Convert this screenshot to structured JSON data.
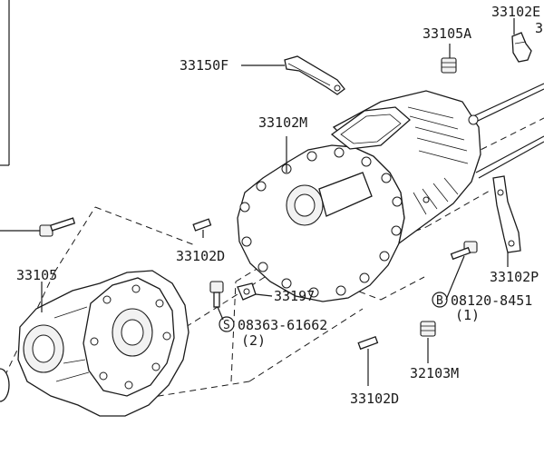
{
  "labels": {
    "top_right_partial_1": "33102E",
    "top_right_partial_2": "3",
    "plug_33105A": "33105A",
    "bracket_33150F": "33150F",
    "case_33102M": "33102M",
    "dowel_33102D_left": "33102D",
    "case_33105": "33105",
    "gasket_33197": "33197",
    "bolt_prefix_S": "S",
    "bolt_08363": "08363-61662",
    "bolt_08363_qty": "(2)",
    "dowel_33102D_bottom": "33102D",
    "plug_32103M": "32103M",
    "bracket_33102P": "33102P",
    "bolt_prefix_B": "B",
    "bolt_08120": "08120-8451",
    "bolt_08120_qty": "(1)"
  }
}
